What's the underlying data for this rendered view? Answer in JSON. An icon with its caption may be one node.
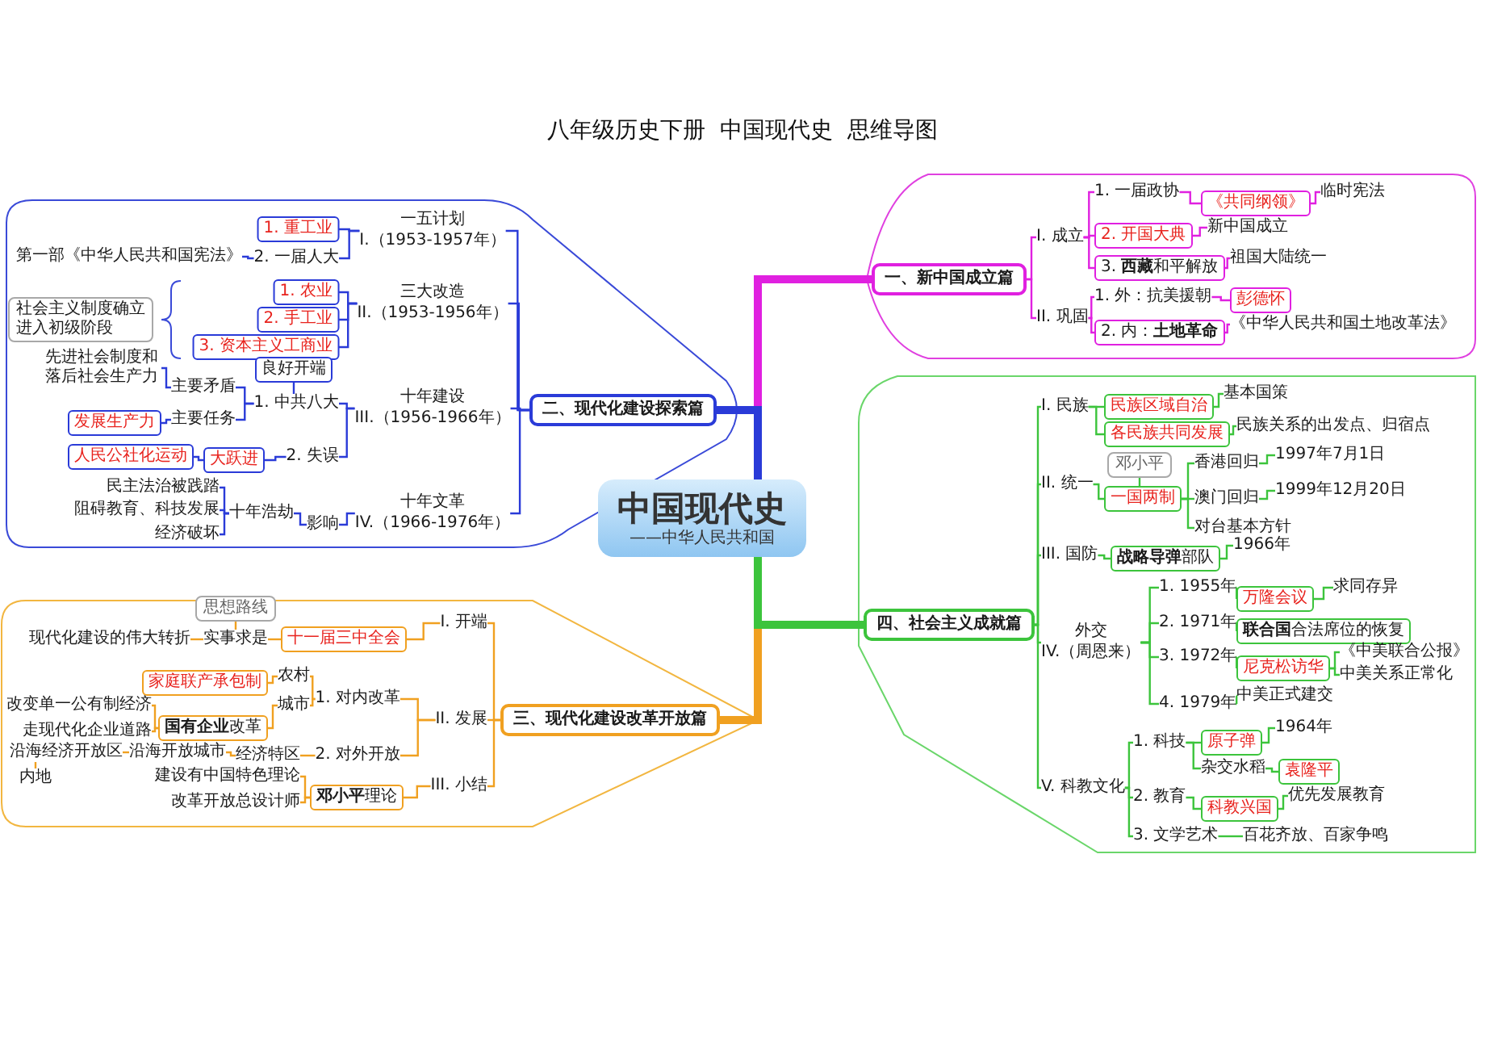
{
  "diagram": {
    "title": "八年级历史下册  中国现代史  思维导图",
    "nodes": [
      {
        "text": [
          "中国现代史",
          "——中华人民共和国"
        ]
      },
      {
        "text": [
          "一、新中国成立篇"
        ]
      },
      {
        "text": [
          "I. 成立"
        ]
      },
      {
        "text": [
          "II. 巩固"
        ]
      },
      {
        "text": [
          "1. 一届政协"
        ]
      },
      {
        "text": [
          "《共同纲领》"
        ]
      },
      {
        "text": [
          "临时宪法"
        ]
      },
      {
        "text": [
          "2. 开国大典"
        ]
      },
      {
        "text": [
          "新中国成立"
        ]
      },
      {
        "text": [
          "3. **西藏**和平解放"
        ]
      },
      {
        "text": [
          "祖国大陆统一"
        ]
      },
      {
        "text": [
          "1. 外：抗美援朝"
        ]
      },
      {
        "text": [
          "彭德怀"
        ]
      },
      {
        "text": [
          "2. 内：**土地革命**"
        ]
      },
      {
        "text": [
          "《中华人民共和国土地改革法》"
        ]
      },
      {
        "text": [
          "二、现代化建设探索篇"
        ]
      },
      {
        "text": [
          "一五计划",
          "I.（1953-1957年）"
        ]
      },
      {
        "text": [
          "1. 重工业"
        ]
      },
      {
        "text": [
          "2. 一届人大"
        ]
      },
      {
        "text": [
          "第一部《中华人民共和国宪法》"
        ]
      },
      {
        "text": [
          "三大改造",
          "II.（1953-1956年）"
        ]
      },
      {
        "text": [
          "1. 农业"
        ]
      },
      {
        "text": [
          "2. 手工业"
        ]
      },
      {
        "text": [
          "3. 资本主义工商业"
        ]
      },
      {
        "text": [
          "社会主义制度确立进入初级阶段"
        ]
      },
      {
        "text": [
          "十年建设",
          "III.（1956-1966年）"
        ]
      },
      {
        "text": [
          "1. 中共八大"
        ]
      },
      {
        "text": [
          "良好开端"
        ]
      },
      {
        "text": [
          "主要矛盾"
        ]
      },
      {
        "text": [
          "先进社会制度和落后社会生产力"
        ]
      },
      {
        "text": [
          "主要任务"
        ]
      },
      {
        "text": [
          "发展生产力"
        ]
      },
      {
        "text": [
          "2. 失误"
        ]
      },
      {
        "text": [
          "大跃进"
        ]
      },
      {
        "text": [
          "人民公社化运动"
        ]
      },
      {
        "text": [
          "十年文革",
          "IV.（1966-1976年）"
        ]
      },
      {
        "text": [
          "影响"
        ]
      },
      {
        "text": [
          "十年浩劫"
        ]
      },
      {
        "text": [
          "民主法治被践踏"
        ]
      },
      {
        "text": [
          "阻碍教育、科技发展"
        ]
      },
      {
        "text": [
          "经济破坏"
        ]
      },
      {
        "text": [
          "三、现代化建设改革开放篇"
        ]
      },
      {
        "text": [
          "I. 开端"
        ]
      },
      {
        "text": [
          "十一届三中全会"
        ]
      },
      {
        "text": [
          "实事求是"
        ]
      },
      {
        "text": [
          "思想路线"
        ]
      },
      {
        "text": [
          "现代化建设的伟大转折"
        ]
      },
      {
        "text": [
          "II. 发展"
        ]
      },
      {
        "text": [
          "1. 对内改革"
        ]
      },
      {
        "text": [
          "农村"
        ]
      },
      {
        "text": [
          "家庭联产承包制"
        ]
      },
      {
        "text": [
          "城市"
        ]
      },
      {
        "text": [
          "**国有企业**改革"
        ]
      },
      {
        "text": [
          "改变单一公有制经济"
        ]
      },
      {
        "text": [
          "走现代化企业道路"
        ]
      },
      {
        "text": [
          "2. 对外开放"
        ]
      },
      {
        "text": [
          "经济特区"
        ]
      },
      {
        "text": [
          "沿海开放城市"
        ]
      },
      {
        "text": [
          "沿海经济开放区"
        ]
      },
      {
        "text": [
          "内地"
        ]
      },
      {
        "text": [
          "III. 小结"
        ]
      },
      {
        "text": [
          "**邓小平**理论"
        ]
      },
      {
        "text": [
          "建设有中国特色理论"
        ]
      },
      {
        "text": [
          "改革开放总设计师"
        ]
      },
      {
        "text": [
          "四、社会主义成就篇"
        ]
      },
      {
        "text": [
          "I. 民族"
        ]
      },
      {
        "text": [
          "民族区域自治"
        ]
      },
      {
        "text": [
          "基本国策"
        ]
      },
      {
        "text": [
          "各民族共同发展"
        ]
      },
      {
        "text": [
          "民族关系的出发点、归宿点"
        ]
      },
      {
        "text": [
          "II. 统一"
        ]
      },
      {
        "text": [
          "邓小平"
        ]
      },
      {
        "text": [
          "一国两制"
        ]
      },
      {
        "text": [
          "香港回归"
        ]
      },
      {
        "text": [
          "1997年7月1日"
        ]
      },
      {
        "text": [
          "澳门回归"
        ]
      },
      {
        "text": [
          "1999年12月20日"
        ]
      },
      {
        "text": [
          "对台基本方针"
        ]
      },
      {
        "text": [
          "III. 国防"
        ]
      },
      {
        "text": [
          "**战略导弹**部队"
        ]
      },
      {
        "text": [
          "1966年"
        ]
      },
      {
        "text": [
          "外交",
          "IV.（周恩来）"
        ]
      },
      {
        "text": [
          "1. 1955年"
        ]
      },
      {
        "text": [
          "万隆会议"
        ]
      },
      {
        "text": [
          "求同存异"
        ]
      },
      {
        "text": [
          "2. 1971年"
        ]
      },
      {
        "text": [
          "**联合国**合法席位的恢复"
        ]
      },
      {
        "text": [
          "3. 1972年"
        ]
      },
      {
        "text": [
          "尼克松访华"
        ]
      },
      {
        "text": [
          "《中美联合公报》"
        ]
      },
      {
        "text": [
          "中美关系正常化"
        ]
      },
      {
        "text": [
          "4. 1979年"
        ]
      },
      {
        "text": [
          "中美正式建交"
        ]
      },
      {
        "text": [
          "V. 科教文化"
        ]
      },
      {
        "text": [
          "1. 科技"
        ]
      },
      {
        "text": [
          "原子弹"
        ]
      },
      {
        "text": [
          "1964年"
        ]
      },
      {
        "text": [
          "杂交水稻"
        ]
      },
      {
        "text": [
          "袁隆平"
        ]
      },
      {
        "text": [
          "2. 教育"
        ]
      },
      {
        "text": [
          "科教兴国"
        ]
      },
      {
        "text": [
          "优先发展教育"
        ]
      },
      {
        "text": [
          "3. 文学艺术"
        ]
      },
      {
        "text": [
          "百花齐放、百家争鸣"
        ]
      }
    ],
    "edges": [
      {
        "from": 0,
        "to": 1,
        "arrow": "none",
        "style": "thick",
        "color": "#e020e0"
      },
      {
        "from": 1,
        "to": 2,
        "arrow": "none",
        "color": "#e020e0"
      },
      {
        "from": 1,
        "to": 3,
        "arrow": "none",
        "color": "#e020e0"
      },
      {
        "from": 2,
        "to": 4,
        "arrow": "none",
        "color": "#e020e0"
      },
      {
        "from": 2,
        "to": 7,
        "arrow": "none",
        "color": "#e020e0"
      },
      {
        "from": 2,
        "to": 9,
        "arrow": "none",
        "color": "#e020e0"
      },
      {
        "from": 4,
        "to": 5,
        "arrow": "none",
        "color": "#e020e0"
      },
      {
        "from": 5,
        "to": 6,
        "arrow": "none",
        "color": "#e020e0"
      },
      {
        "from": 7,
        "to": 8,
        "arrow": "none",
        "color": "#e020e0"
      },
      {
        "from": 9,
        "to": 10,
        "arrow": "none",
        "color": "#e020e0"
      },
      {
        "from": 3,
        "to": 11,
        "arrow": "none",
        "color": "#e020e0"
      },
      {
        "from": 3,
        "to": 13,
        "arrow": "none",
        "color": "#e020e0"
      },
      {
        "from": 11,
        "to": 12,
        "arrow": "none",
        "color": "#e020e0"
      },
      {
        "from": 13,
        "to": 14,
        "arrow": "none",
        "color": "#e020e0"
      },
      {
        "from": 0,
        "to": 15,
        "arrow": "none",
        "style": "thick",
        "color": "#2a3bd8"
      },
      {
        "from": 15,
        "to": 16,
        "arrow": "none",
        "color": "#2a3bd8"
      },
      {
        "from": 15,
        "to": 20,
        "arrow": "none",
        "color": "#2a3bd8"
      },
      {
        "from": 15,
        "to": 25,
        "arrow": "none",
        "color": "#2a3bd8"
      },
      {
        "from": 15,
        "to": 35,
        "arrow": "none",
        "color": "#2a3bd8"
      },
      {
        "from": 16,
        "to": 17,
        "arrow": "none",
        "color": "#2a3bd8"
      },
      {
        "from": 16,
        "to": 18,
        "arrow": "none",
        "color": "#2a3bd8"
      },
      {
        "from": 18,
        "to": 19,
        "arrow": "none",
        "color": "#2a3bd8"
      },
      {
        "from": 20,
        "to": 21,
        "arrow": "none",
        "color": "#2a3bd8"
      },
      {
        "from": 20,
        "to": 22,
        "arrow": "none",
        "color": "#2a3bd8"
      },
      {
        "from": 20,
        "to": 23,
        "arrow": "none",
        "color": "#2a3bd8"
      },
      {
        "from": 25,
        "to": 26,
        "arrow": "none",
        "color": "#2a3bd8"
      },
      {
        "from": 25,
        "to": 32,
        "arrow": "none",
        "color": "#2a3bd8"
      },
      {
        "from": 26,
        "to": 27,
        "arrow": "none",
        "color": "#2a3bd8"
      },
      {
        "from": 26,
        "to": 28,
        "arrow": "none",
        "color": "#2a3bd8"
      },
      {
        "from": 26,
        "to": 30,
        "arrow": "none",
        "color": "#2a3bd8"
      },
      {
        "from": 28,
        "to": 29,
        "arrow": "none",
        "color": "#2a3bd8"
      },
      {
        "from": 30,
        "to": 31,
        "arrow": "none",
        "color": "#2a3bd8"
      },
      {
        "from": 32,
        "to": 33,
        "arrow": "none",
        "color": "#2a3bd8"
      },
      {
        "from": 33,
        "to": 34,
        "arrow": "none",
        "color": "#2a3bd8"
      },
      {
        "from": 35,
        "to": 36,
        "arrow": "none",
        "color": "#2a3bd8"
      },
      {
        "from": 36,
        "to": 37,
        "arrow": "none",
        "color": "#2a3bd8"
      },
      {
        "from": 37,
        "to": 38,
        "arrow": "none",
        "color": "#2a3bd8"
      },
      {
        "from": 37,
        "to": 39,
        "arrow": "none",
        "color": "#2a3bd8"
      },
      {
        "from": 37,
        "to": 40,
        "arrow": "none",
        "color": "#2a3bd8"
      },
      {
        "from": 0,
        "to": 41,
        "arrow": "none",
        "style": "thick",
        "color": "#f0a020"
      },
      {
        "from": 41,
        "to": 42,
        "arrow": "none",
        "color": "#f0a020"
      },
      {
        "from": 41,
        "to": 47,
        "arrow": "none",
        "color": "#f0a020"
      },
      {
        "from": 41,
        "to": 60,
        "arrow": "none",
        "color": "#f0a020"
      },
      {
        "from": 42,
        "to": 43,
        "arrow": "none",
        "color": "#f0a020"
      },
      {
        "from": 43,
        "to": 44,
        "arrow": "none",
        "color": "#f0a020"
      },
      {
        "from": 44,
        "to": 45,
        "arrow": "none",
        "color": "#f0a020"
      },
      {
        "from": 44,
        "to": 46,
        "arrow": "none",
        "color": "#f0a020"
      },
      {
        "from": 47,
        "to": 48,
        "arrow": "none",
        "color": "#f0a020"
      },
      {
        "from": 47,
        "to": 55,
        "arrow": "none",
        "color": "#f0a020"
      },
      {
        "from": 48,
        "to": 49,
        "arrow": "none",
        "color": "#f0a020"
      },
      {
        "from": 48,
        "to": 51,
        "arrow": "none",
        "color": "#f0a020"
      },
      {
        "from": 49,
        "to": 50,
        "arrow": "none",
        "color": "#f0a020"
      },
      {
        "from": 51,
        "to": 52,
        "arrow": "none",
        "color": "#f0a020"
      },
      {
        "from": 52,
        "to": 53,
        "arrow": "none",
        "color": "#f0a020"
      },
      {
        "from": 52,
        "to": 54,
        "arrow": "none",
        "color": "#f0a020"
      },
      {
        "from": 55,
        "to": 56,
        "arrow": "none",
        "color": "#f0a020"
      },
      {
        "from": 56,
        "to": 57,
        "arrow": "none",
        "color": "#f0a020"
      },
      {
        "from": 57,
        "to": 58,
        "arrow": "none",
        "color": "#f0a020"
      },
      {
        "from": 58,
        "to": 59,
        "arrow": "none",
        "color": "#f0a020"
      },
      {
        "from": 60,
        "to": 61,
        "arrow": "none",
        "color": "#f0a020"
      },
      {
        "from": 61,
        "to": 62,
        "arrow": "none",
        "color": "#f0a020"
      },
      {
        "from": 61,
        "to": 63,
        "arrow": "none",
        "color": "#f0a020"
      },
      {
        "from": 0,
        "to": 64,
        "arrow": "none",
        "style": "thick"
      },
      {
        "from": 64,
        "to": 65,
        "arrow": "none"
      },
      {
        "from": 64,
        "to": 70,
        "arrow": "none"
      },
      {
        "from": 64,
        "to": 78,
        "arrow": "none"
      },
      {
        "from": 64,
        "to": 81,
        "arrow": "none"
      },
      {
        "from": 64,
        "to": 93,
        "arrow": "none"
      },
      {
        "from": 65,
        "to": 66,
        "arrow": "none"
      },
      {
        "from": 65,
        "to": 68,
        "arrow": "none"
      },
      {
        "from": 66,
        "to": 67,
        "arrow": "none"
      },
      {
        "from": 68,
        "to": 69,
        "arrow": "none"
      },
      {
        "from": 70,
        "to": 72,
        "arrow": "none"
      },
      {
        "from": 72,
        "to": 71,
        "arrow": "none"
      },
      {
        "from": 72,
        "to": 73,
        "arrow": "none"
      },
      {
        "from": 72,
        "to": 75,
        "arrow": "none"
      },
      {
        "from": 72,
        "to": 77,
        "arrow": "none"
      },
      {
        "from": 73,
        "to": 74,
        "arrow": "none"
      },
      {
        "from": 75,
        "to": 76,
        "arrow": "none"
      },
      {
        "from": 78,
        "to": 79,
        "arrow": "none"
      },
      {
        "from": 79,
        "to": 80,
        "arrow": "none"
      },
      {
        "from": 81,
        "to": 82,
        "arrow": "none"
      },
      {
        "from": 81,
        "to": 85,
        "arrow": "none"
      },
      {
        "from": 81,
        "to": 87,
        "arrow": "none"
      },
      {
        "from": 81,
        "to": 91,
        "arrow": "none"
      },
      {
        "from": 82,
        "to": 83,
        "arrow": "none"
      },
      {
        "from": 83,
        "to": 84,
        "arrow": "none"
      },
      {
        "from": 85,
        "to": 86,
        "arrow": "none"
      },
      {
        "from": 87,
        "to": 88,
        "arrow": "none"
      },
      {
        "from": 88,
        "to": 89,
        "arrow": "none"
      },
      {
        "from": 88,
        "to": 90,
        "arrow": "none"
      },
      {
        "from": 91,
        "to": 92,
        "arrow": "none"
      },
      {
        "from": 93,
        "to": 94,
        "arrow": "none"
      },
      {
        "from": 93,
        "to": 99,
        "arrow": "none"
      },
      {
        "from": 93,
        "to": 102,
        "arrow": "none"
      },
      {
        "from": 94,
        "to": 95,
        "arrow": "none"
      },
      {
        "from": 94,
        "to": 97,
        "arrow": "none"
      },
      {
        "from": 95,
        "to": 96,
        "arrow": "none"
      },
      {
        "from": 97,
        "to": 98,
        "arrow": "none"
      },
      {
        "from": 99,
        "to": 100,
        "arrow": "none"
      },
      {
        "from": 100,
        "to": 101,
        "arrow": "none"
      },
      {
        "from": 102,
        "to": 103,
        "arrow": "none"
      }
    ]
  }
}
